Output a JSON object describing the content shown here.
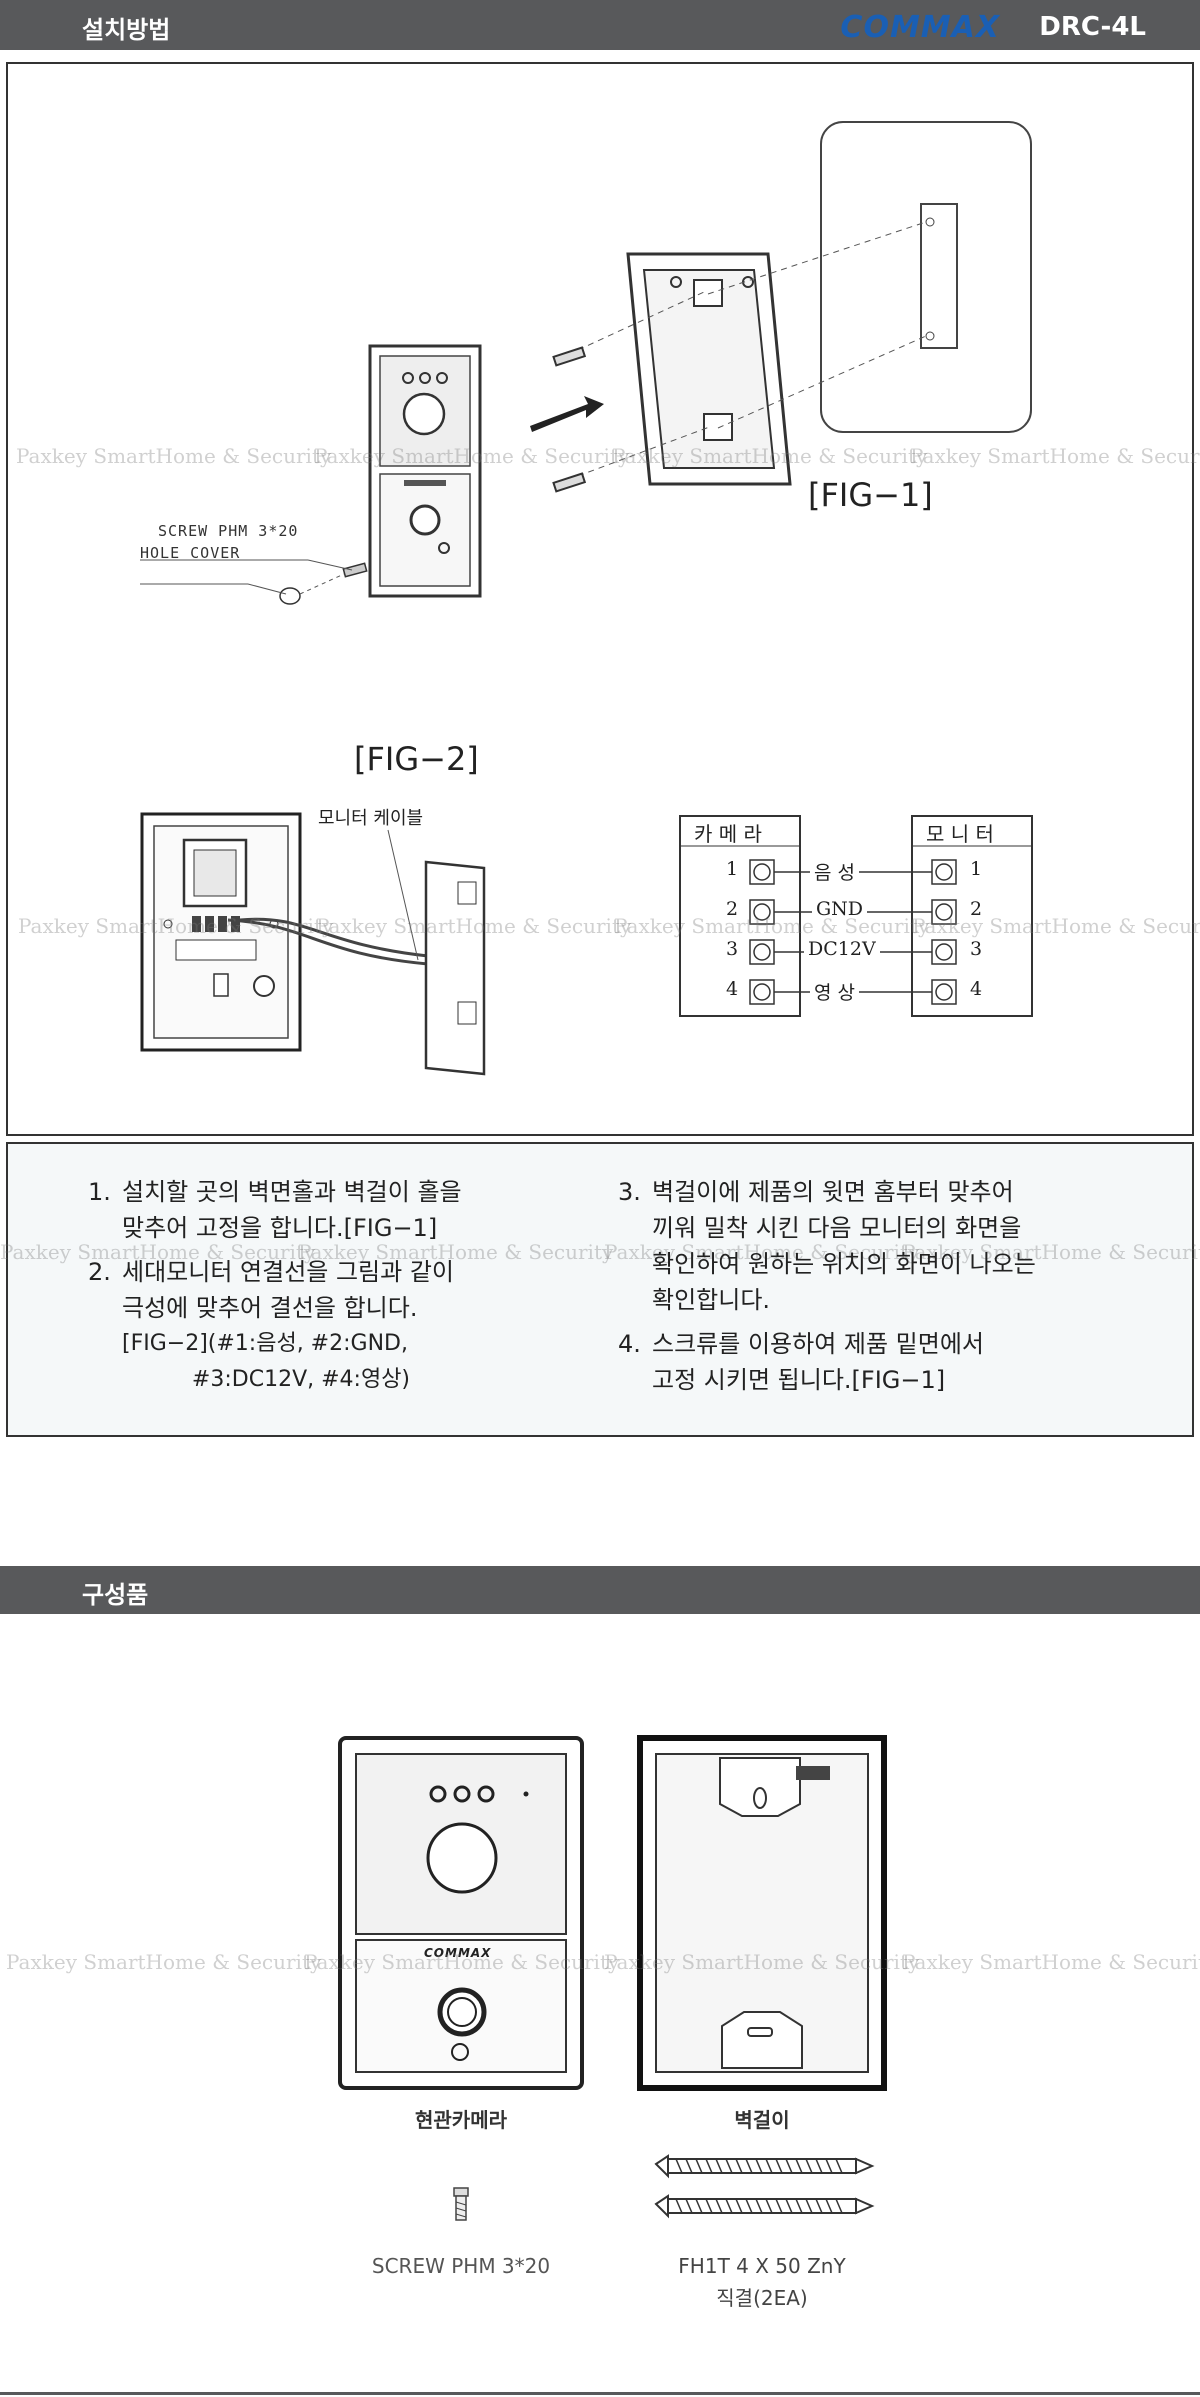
{
  "header1": {
    "title": "설치방법",
    "brand": "COMMAX",
    "model": "DRC-4L"
  },
  "fig1": {
    "label": "[FIG−1]",
    "screw_label": "SCREW PHM 3*20",
    "cover_label": "HOLE COVER"
  },
  "fig2": {
    "label": "[FIG−2]",
    "cable_label": "모니터 케이블"
  },
  "wiring": {
    "camera_header": "카 메 라",
    "monitor_header": "모 니 터",
    "rows": [
      {
        "left": "1",
        "signal": "음 성",
        "right": "1"
      },
      {
        "left": "2",
        "signal": "GND",
        "right": "2"
      },
      {
        "left": "3",
        "signal": "DC12V",
        "right": "3"
      },
      {
        "left": "4",
        "signal": "영 상",
        "right": "4"
      }
    ]
  },
  "watermark": "Paxkey SmartHome & Security",
  "instructions": {
    "left": [
      {
        "num": "1.",
        "lines": [
          "설치할 곳의 벽면홀과 벽걸이 홀을",
          "맞추어 고정을 합니다.[FIG−1]"
        ]
      },
      {
        "num": "2.",
        "lines": [
          "세대모니터 연결선을 그림과 같이",
          "극성에 맞추어 결선을 합니다.",
          "[FIG−2](#1:음성, #2:GND,",
          "          #3:DC12V, #4:영상)"
        ]
      }
    ],
    "right": [
      {
        "num": "3.",
        "lines": [
          "벽걸이에 제품의 윗면 홈부터 맞추어",
          "끼워 밀착 시킨 다음 모니터의 화면을",
          "확인하여 원하는 위치의 화면이 나오는",
          "확인합니다."
        ]
      },
      {
        "num": "4.",
        "lines": [
          "스크류를 이용하여 제품 밑면에서",
          "고정 시키면 됩니다.[FIG−1]"
        ]
      }
    ]
  },
  "header2": {
    "title": "구성품"
  },
  "components": {
    "camera": "현관카메라",
    "bracket": "벽걸이",
    "screw": "SCREW PHM 3*20",
    "bolt_line1": "FH1T 4 X 50 ZnY",
    "bolt_line2": "직결(2EA)",
    "camera_brand": "COMMAX"
  }
}
